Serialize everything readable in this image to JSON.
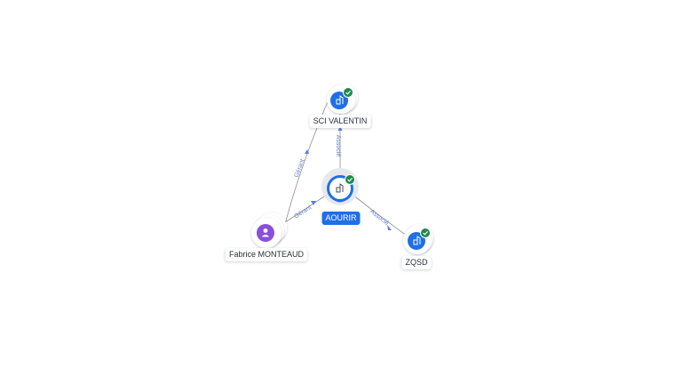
{
  "diagram": {
    "nodes": [
      {
        "id": "sci",
        "label": "SCI VALENTIN",
        "kind": "company",
        "verified": true
      },
      {
        "id": "aourir",
        "label": "AOURIR",
        "kind": "company",
        "verified": true,
        "primary": true
      },
      {
        "id": "zqsd",
        "label": "ZQSD",
        "kind": "company",
        "verified": true
      },
      {
        "id": "fabrice",
        "label": "Fabrice MONTEAUD",
        "kind": "person",
        "verified": false
      }
    ],
    "edges": [
      {
        "from": "aourir",
        "to": "sci",
        "label": "Associé"
      },
      {
        "from": "aourir",
        "to": "zqsd",
        "label": "Associé"
      },
      {
        "from": "fabrice",
        "to": "aourir",
        "label": "Gérant"
      },
      {
        "from": "fabrice",
        "to": "sci",
        "label": "Gérant"
      }
    ]
  },
  "colors": {
    "company_icon": "#1f6fe6",
    "person_icon": "#8a4fd8",
    "verified_badge": "#1f8a4c",
    "primary_label": "#1f6fe6",
    "edge_label": "#6a7fc8"
  },
  "icons": {
    "company": "building-icon",
    "person": "person-icon",
    "verified": "check-badge-icon"
  }
}
